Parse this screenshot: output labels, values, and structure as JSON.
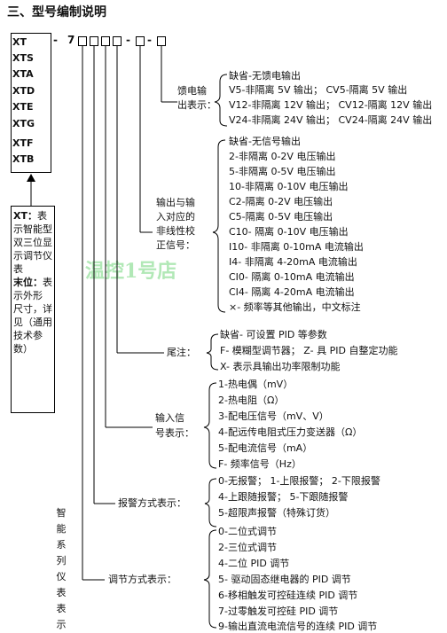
{
  "title": "三、型号编制说明",
  "models": [
    "XT",
    "XTS",
    "XTA",
    "XTD",
    "XTE",
    "XTG",
    "XTF",
    "XTB"
  ],
  "code_prefix": "XT - 7",
  "description": {
    "xt_label": "XT：",
    "xt_text": "表示智能型双三位显示调节仪表",
    "suffix_label": "末位：",
    "suffix_text": "表示外形 尺寸，详见（通用技术参数）"
  },
  "vertical_label": "智能系列仪表表示",
  "watermark": "温控1号店",
  "groups": {
    "feed": {
      "label": [
        "馈电输",
        "出表示："
      ],
      "items": [
        "缺省-无馈电输出",
        "V5-非隔离 5V 输出；  CV5-隔离 5V 输出",
        "V12-非隔离 12V 输出；  CV12-隔离 12V 输出",
        "V24-非隔离 24V 输出； CV24-隔离 24V 输出"
      ]
    },
    "output": {
      "label": [
        "输出与输",
        "入对应的",
        "非线性校",
        "正信号："
      ],
      "items": [
        "缺省-无信号输出",
        "2-非隔离 0-2V 电压输出",
        "5-非隔离 0-5V 电压输出",
        "10-非隔离 0-10V 电压输出",
        "C2-隔离 0-2V 电压输出",
        "C5-隔离 0-5V 电压输出",
        "C10- 隔离 0-10V 电压输出",
        "I10- 非隔离 0-10mA 电流输出",
        "I4- 非隔离 4-20mA 电流输出",
        "CI0- 隔离 0-10mA 电流输出",
        "CI4- 隔离 4-20mA 电流输出",
        "×- 频率等其他输出，中文标注"
      ]
    },
    "tail": {
      "label": [
        "尾注："
      ],
      "items": [
        "缺省- 可设置 PID 等参数",
        "F- 模糊型调节器； Z- 具 PID 自整定功能",
        "X- 表示具输出功率限制功能"
      ]
    },
    "input": {
      "label": [
        "输入信",
        "号表示："
      ],
      "items": [
        "1-热电偶（mV）",
        "2-热电阻（Ω）",
        "3-配电压信号（mV、V）",
        "4-配远传电阻式压力变送器（Ω）",
        "5-配电流信号（mA）",
        "F- 频率信号（Hz）"
      ]
    },
    "alarm": {
      "label": [
        "报警方式表示："
      ],
      "items": [
        "0-无报警； 1-上限报警； 2-下限报警",
        "4-上跟随报警； 5-下跟随报警",
        "5-超限声报警（特殊订货）"
      ]
    },
    "control": {
      "label": [
        "调节方式表示："
      ],
      "items": [
        "0-二位式调节",
        "2-三位式调节",
        "4-二位 PID 调节",
        "5- 驱动固态继电器的 PID 调节",
        "6-移相触发可控硅连续 PID 调节",
        "7-过零触发可控硅 PID 调节",
        "9-输出直流电流信号的连续 PID 调节"
      ]
    }
  }
}
